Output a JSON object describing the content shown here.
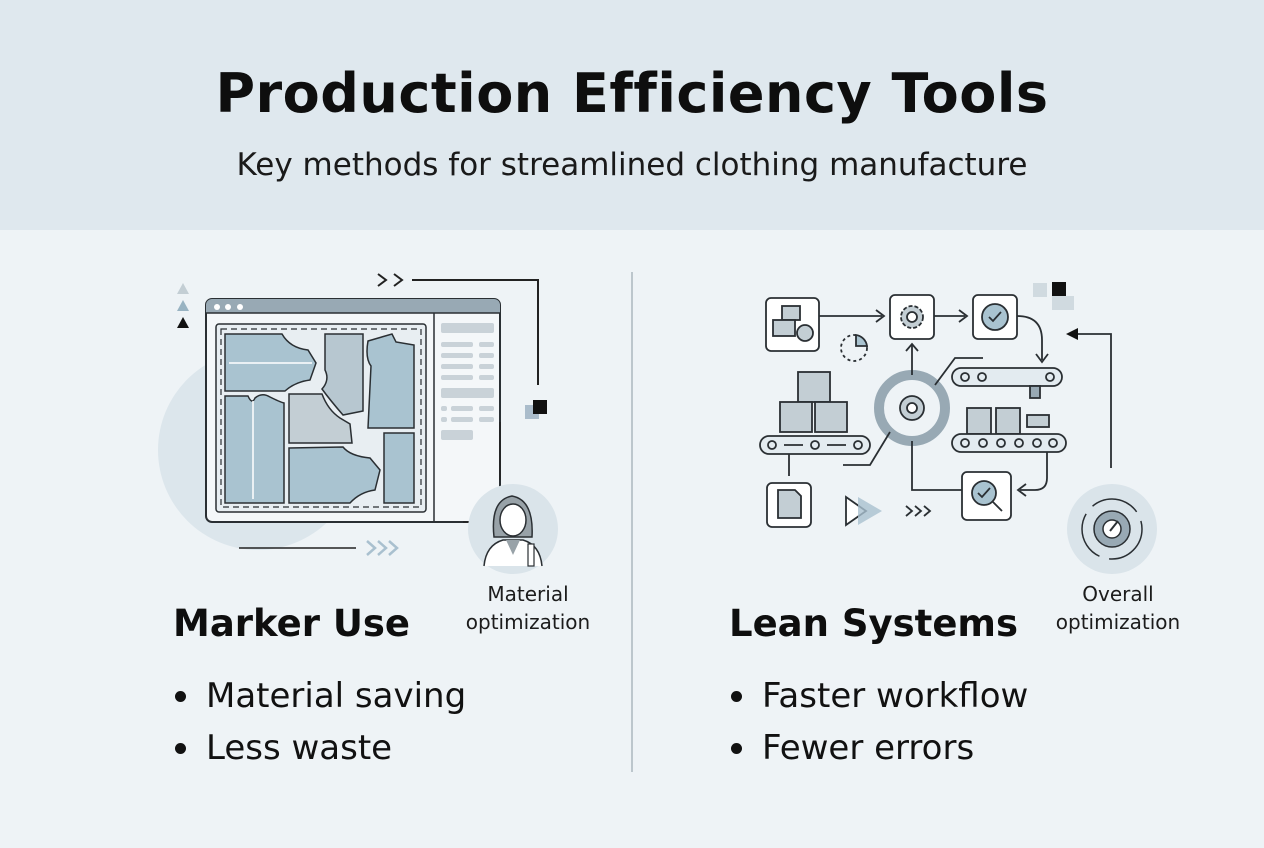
{
  "header": {
    "title": "Production Efficiency Tools",
    "subtitle": "Key methods for streamlined clothing manufacture"
  },
  "left_panel": {
    "heading": "Marker Use",
    "caption_line1": "Material",
    "caption_line2": "optimization",
    "bullets": [
      "Material saving",
      "Less waste"
    ],
    "illustration": "marker-layout-software-window"
  },
  "right_panel": {
    "heading": "Lean Systems",
    "caption_line1": "Overall",
    "caption_line2": "optimization",
    "bullets": [
      "Faster workflow",
      "Fewer errors"
    ],
    "illustration": "lean-production-flow"
  },
  "colors": {
    "header_bg": "#dfe8ee",
    "page_bg": "#eef3f6",
    "fabric_blue": "#a9c3d0",
    "fabric_grey": "#c3ced4",
    "line": "#2a2f33",
    "accent_grey": "#98a9b4"
  }
}
